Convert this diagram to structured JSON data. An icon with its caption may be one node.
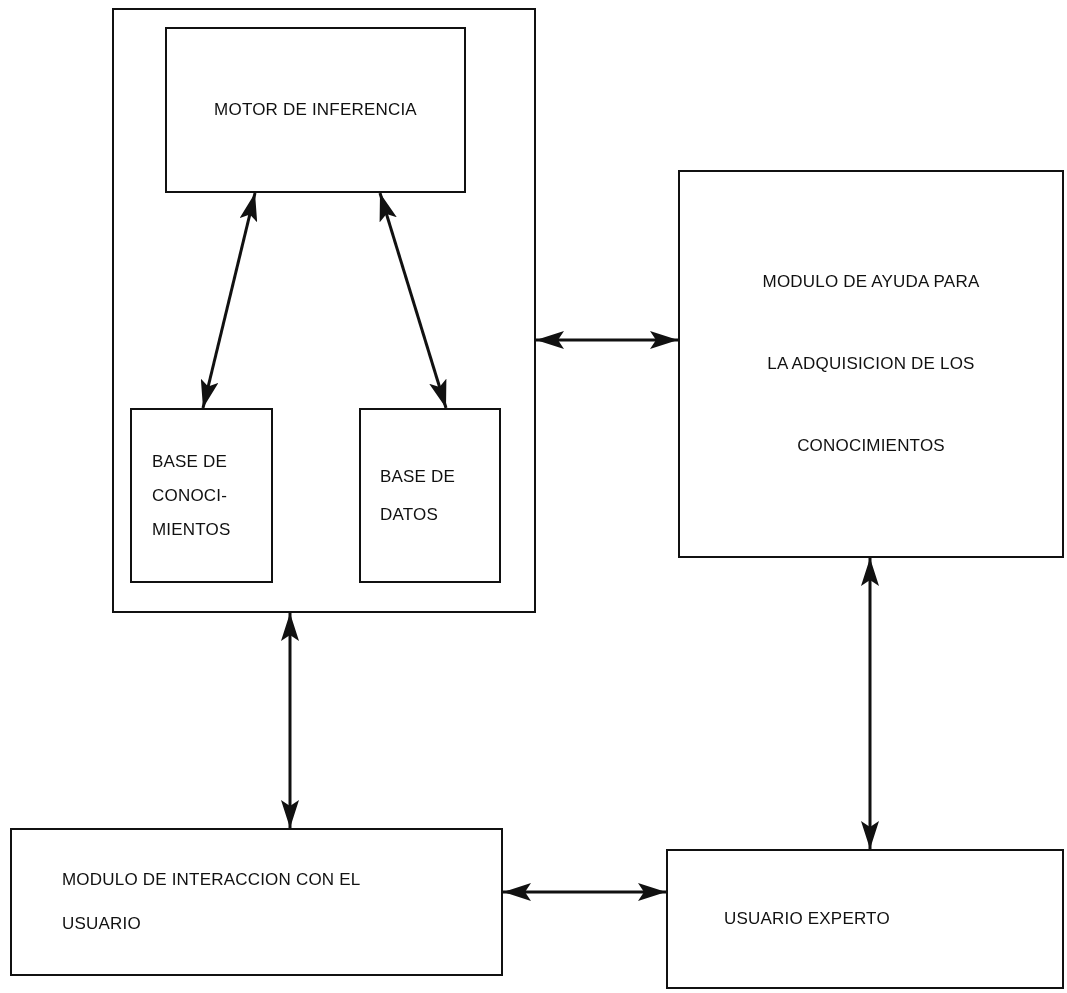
{
  "diagram": {
    "nodes": [
      {
        "text": [],
        "shape": "box"
      },
      {
        "text": [
          "MOTOR DE INFERENCIA"
        ],
        "in": 0
      },
      {
        "text": [
          "BASE DE CONOCI- MIENTOS"
        ],
        "in": 0
      },
      {
        "text": [
          "BASE DE DATOS"
        ],
        "in": 0
      },
      {
        "text": [
          "MODULO DE AYUDA PARA LA ADQUISICION DE LOS CONOCIMIENTOS"
        ]
      },
      {
        "text": [
          "MODULO DE INTERACCION CON EL USUARIO"
        ]
      },
      {
        "text": [
          "USUARIO EXPERTO"
        ]
      }
    ],
    "edges": [
      {
        "from": 1,
        "to": 2,
        "arrow": "both"
      },
      {
        "from": 1,
        "to": 3,
        "arrow": "both"
      },
      {
        "from": 0,
        "to": 4,
        "arrow": "both"
      },
      {
        "from": 0,
        "to": 5,
        "arrow": "both"
      },
      {
        "from": 4,
        "to": 6,
        "arrow": "both"
      },
      {
        "from": 5,
        "to": 6,
        "arrow": "both"
      }
    ]
  }
}
